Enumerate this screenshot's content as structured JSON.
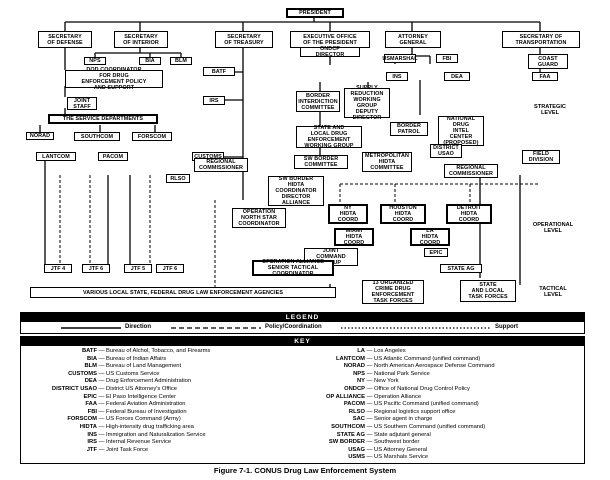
{
  "boxes": {
    "president": "PRESIDENT",
    "sec_defense": "SECRETARY\nOF DEFENSE",
    "sec_interior": "SECRETARY\nOF INTERIOR",
    "sec_treasury": "SECRETARY\nOF TREASURY",
    "exec_office": "EXECUTIVE OFFICE\nOF THE PRESIDENT",
    "ondcp": "ONDCP\nDIRECTOR",
    "attorney_general": "ATTORNEY\nGENERAL",
    "sec_transportation": "SECRETARY OF\nTRANSPORTATION",
    "nps": "NPS",
    "bia": "BIA",
    "blm": "BLM",
    "dod_coordinator": "DOD COORDINATOR\nFOR DRUG\nENFORCEMENT POLICY\nAND SUPPORT",
    "batf": "BATF",
    "border_interdiction": "BORDER\nINTERDICTION\nCOMMITTEE",
    "supply_reduction": "SUPPLY\nREDUCTION\nWORKING\nGROUP\nDEPUTY\nDIRECTOR",
    "usmarshal": "USMARSHAL",
    "fbi": "FBI",
    "coast_guard": "COAST\nGUARD",
    "faa": "FAA",
    "ins": "INS",
    "dea": "DEA",
    "joint_staff": "JOINT\nSTAFF",
    "irs": "IRS",
    "service_departments": "THE SERVICE DEPARTMENTS",
    "state_local_drug": "STATE AND\nLOCAL DRUG\nENFORCEMENT\nWORKING GROUP",
    "border_patrol": "BORDER\nPATROL",
    "national_drug_intel": "NATIONAL\nDRUG\nINTEL\nCENTER\n(PROPOSED)",
    "norad": "NORAD",
    "southcom": "SOUTHCOM",
    "forscom": "FORSCOM",
    "customs": "CUSTOMS",
    "sw_border_committee": "SW BORDER\nCOMMITTEE",
    "metropolitan_hidta": "METROPOLITAN\nHIDTA\nCOMMITTEE",
    "district_usao": "DISTRICT\nUSAO",
    "field_division": "FIELD\nDIVISION",
    "lantcom": "LANTCOM",
    "pacom": "PACOM",
    "regional_commissioner_1": "REGIONAL\nCOMMISSIONER",
    "regional_commissioner_2": "REGIONAL\nCOMMISSIONER",
    "sw_border_alliance": "SW BORDER\nHIDTA\nCOORDINATOR\nDIRECTOR\nALLIANCE",
    "rlso": "RLSO",
    "op_north_star": "OPERATION\nNORTH STAR\nCOORDINATOR",
    "ny_hidta": "NY\nHIDTA\nCOORD",
    "houston_hidta": "HOUSTON\nHIDTA\nCOORD",
    "detroit_hidta": "DETROIT\nHIDTA\nCOORD",
    "miami_hidta": "MIAMI\nHIDTA\nCOORD",
    "la_hidta": "LA\nHIDTA\nCOORD",
    "joint_command_group": "JOINT\nCOMMAND\nGROUP",
    "epic": "EPIC",
    "op_alliance_sac": "OPERATION ALLIANCE\nSENIOR TACTICAL\nCOORDINATOR",
    "state_ag": "STATE AG",
    "jtf4": "JTF 4",
    "jtf6a": "JTF 6",
    "jtf5": "JTF 5",
    "jtf6b": "JTF 6",
    "local_agencies": "VARIOUS LOCAL STATE, FEDERAL DRUG LAW ENFORCEMENT AGENCIES",
    "ocdetf": "13 ORGANIZED\nCRIME DRUG\nENFORCEMENT\nTASK FORCES",
    "state_local_tf": "STATE\nAND LOCAL\nTASK FORCES"
  },
  "levels": {
    "strategic": "STRATEGIC\nLEVEL",
    "operational": "OPERATIONAL\nLEVEL",
    "tactical": "TACTICAL\nLEVEL"
  },
  "legend": {
    "title": "LEGEND",
    "direction": "Direction",
    "policy": "Policy/Coordination",
    "support": "Support"
  },
  "key": {
    "title": "KEY",
    "left": [
      {
        "abbr": "BATF",
        "def": "Bureau of Alchol, Tobacco, and Firearms"
      },
      {
        "abbr": "BIA",
        "def": "Bureau of Indian Affairs"
      },
      {
        "abbr": "BLM",
        "def": "Bureau of Land Management"
      },
      {
        "abbr": "CUSTOMS",
        "def": "US Customs Service"
      },
      {
        "abbr": "DEA",
        "def": "Drug Enforcement Administration"
      },
      {
        "abbr": "DISTRICT USAO",
        "def": "District US Attorney's Office"
      },
      {
        "abbr": "EPIC",
        "def": "El Paso Intelligence Center"
      },
      {
        "abbr": "FAA",
        "def": "Federal Aviation Administration"
      },
      {
        "abbr": "FBI",
        "def": "Federal Bureau of Investigation"
      },
      {
        "abbr": "FORSCOM",
        "def": "US Forces Command (Army)"
      },
      {
        "abbr": "HIDTA",
        "def": "High-intensity drug trafficking area"
      },
      {
        "abbr": "INS",
        "def": "Immigration and Naturalization Service"
      },
      {
        "abbr": "IRS",
        "def": "Internal Revenue Service"
      },
      {
        "abbr": "JTF",
        "def": "Joint Task Force"
      }
    ],
    "right": [
      {
        "abbr": "LA",
        "def": "Los Angeles"
      },
      {
        "abbr": "LANTCOM",
        "def": "US Atlantic Command (unified command)"
      },
      {
        "abbr": "NORAD",
        "def": "North American Aerospace Defense Command"
      },
      {
        "abbr": "NPS",
        "def": "National Park Service"
      },
      {
        "abbr": "NY",
        "def": "New York"
      },
      {
        "abbr": "ONDCP",
        "def": "Office of National Drug Control Policy"
      },
      {
        "abbr": "OP ALLIANCE",
        "def": "Operation Alliance"
      },
      {
        "abbr": "PACOM",
        "def": "US Pacific Command (unified command)"
      },
      {
        "abbr": "RLSO",
        "def": "Regional logistics support office"
      },
      {
        "abbr": "SAC",
        "def": "Senior agent in charge"
      },
      {
        "abbr": "SOUTHCOM",
        "def": "US Southern Command (unified command)"
      },
      {
        "abbr": "STATE AG",
        "def": "State adjutant general"
      },
      {
        "abbr": "SW BORDER",
        "def": "Southwest border"
      },
      {
        "abbr": "USAG",
        "def": "US Attorney General"
      },
      {
        "abbr": "USMS",
        "def": "US Marshals Service"
      }
    ]
  },
  "caption": "Figure 7-1.  CONUS Drug Law Enforcement System"
}
